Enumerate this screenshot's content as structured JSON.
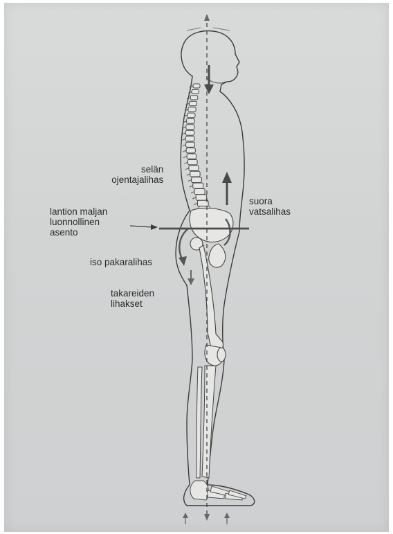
{
  "labels": {
    "back_extensor": [
      "selän",
      "ojentajalihas"
    ],
    "abdominal": [
      "suora",
      "vatsalihas"
    ],
    "pelvis": [
      "lantion maljan",
      "luonnollinen",
      "asento"
    ],
    "gluteus": "iso pakaralihas",
    "hamstrings": [
      "takareiden",
      "lihakset"
    ]
  },
  "colors": {
    "paper": "#d4d5d6",
    "line": "#3a3a3a",
    "arrow": "#555555",
    "bone": "#e6e6e4"
  }
}
